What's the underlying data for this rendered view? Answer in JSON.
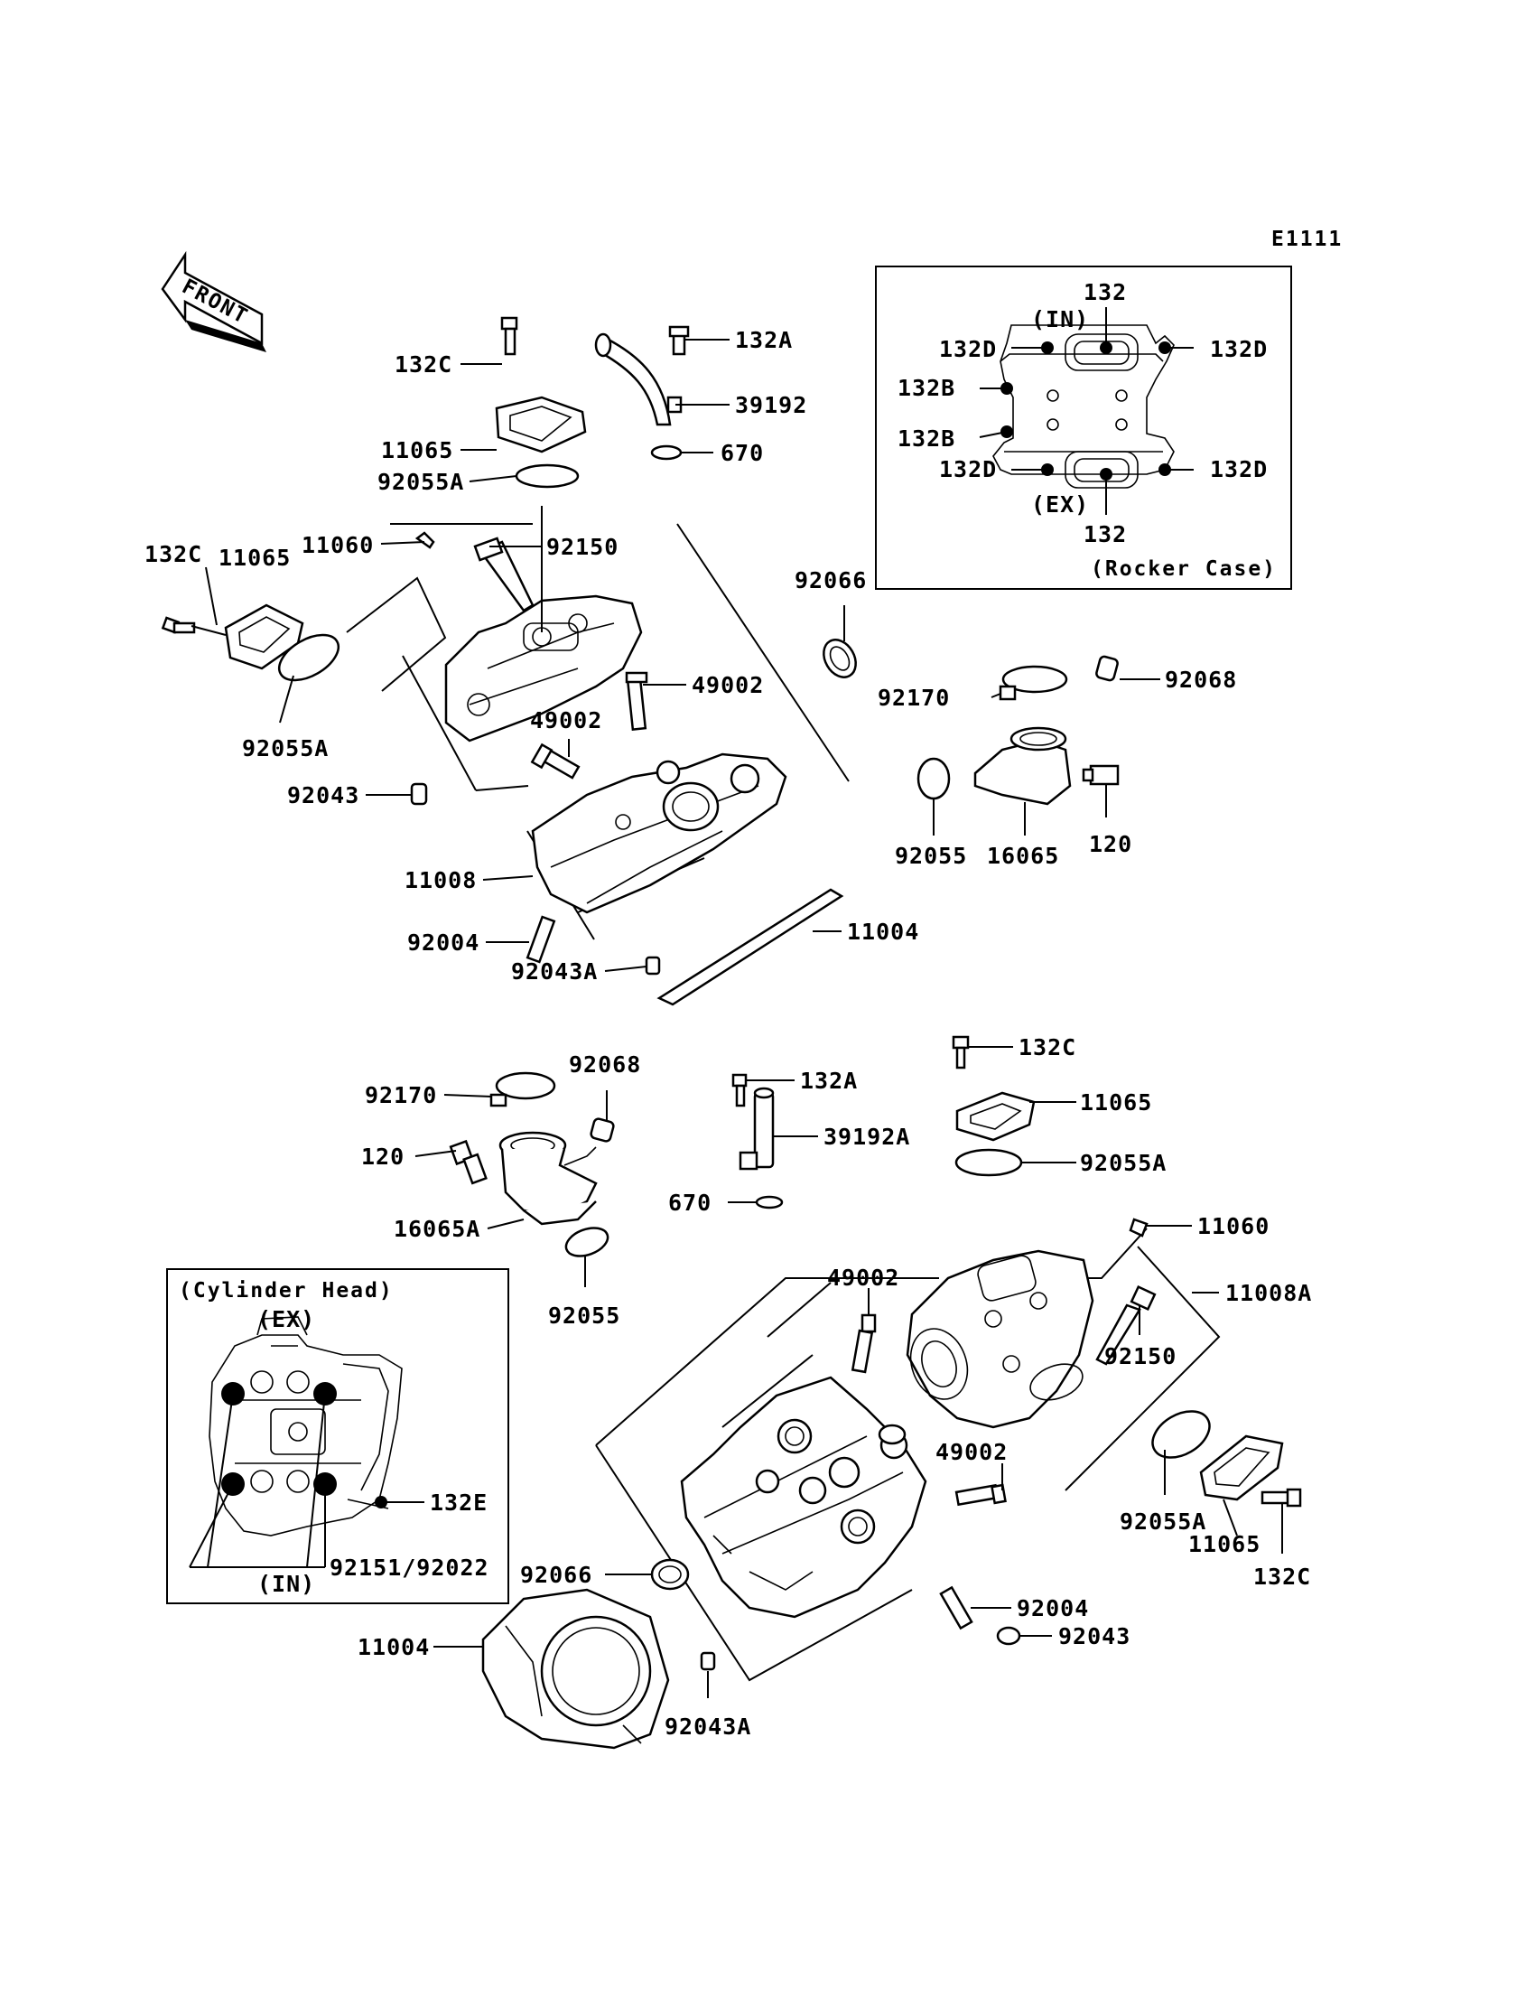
{
  "diagram_code": "E1111",
  "front_label": "FRONT",
  "insets": {
    "rocker_case": {
      "title": "(Rocker Case)",
      "in_label": "(IN)",
      "ex_label": "(EX)",
      "labels": [
        "132",
        "132",
        "132D",
        "132D",
        "132D",
        "132D",
        "132B",
        "132B"
      ]
    },
    "cylinder_head": {
      "title": "(Cylinder Head)",
      "ex_label": "(EX)",
      "in_label": "(IN)",
      "labels": [
        "132E",
        "92151/92022"
      ]
    }
  },
  "front_cylinder_labels": [
    "132C",
    "11065",
    "92055A",
    "132A",
    "39192",
    "670",
    "11060",
    "92150",
    "132C",
    "11065",
    "92055A",
    "92066",
    "49002",
    "49002",
    "92043",
    "11008",
    "92004",
    "92043A",
    "11004",
    "92170",
    "92068",
    "92055",
    "16065",
    "120"
  ],
  "rear_cylinder_labels": [
    "92170",
    "92068",
    "120",
    "16065A",
    "92055",
    "132A",
    "39192A",
    "670",
    "132C",
    "11065",
    "92055A",
    "11060",
    "11008A",
    "92150",
    "49002",
    "49002",
    "92055A",
    "11065",
    "132C",
    "92066",
    "92004",
    "92043",
    "11004",
    "92043A"
  ]
}
